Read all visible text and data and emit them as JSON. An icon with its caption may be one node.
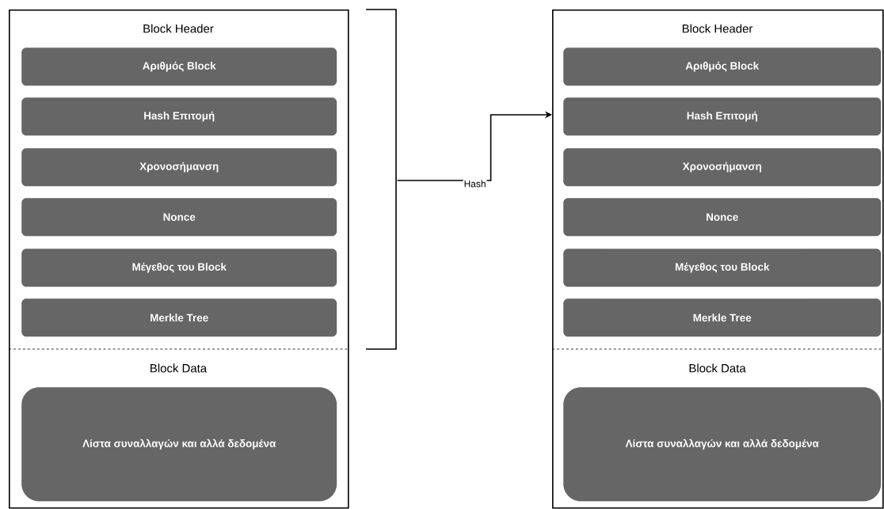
{
  "diagram": {
    "nodes": [
      {
        "text": [
          "Block Header",
          "Block Data"
        ]
      },
      {
        "text": [
          "Αριθμός Block"
        ],
        "in": 0
      },
      {
        "text": [
          "Hash Επιτομή"
        ],
        "in": 0
      },
      {
        "text": [
          "Χρονοσήμανση"
        ],
        "in": 0
      },
      {
        "text": [
          "Nonce"
        ],
        "in": 0
      },
      {
        "text": [
          "Μέγεθος του Block"
        ],
        "in": 0
      },
      {
        "text": [
          "Merkle Tree"
        ],
        "in": 0
      },
      {
        "text": [
          "Λίστα συναλλαγών και αλλά δεδομένα"
        ],
        "in": 0
      },
      {
        "text": [
          "Block Header",
          "Block Data"
        ]
      },
      {
        "text": [
          "Αριθμός Block"
        ],
        "in": 8
      },
      {
        "text": [
          "Hash Επιτομή"
        ],
        "in": 8
      },
      {
        "text": [
          "Χρονοσήμανση"
        ],
        "in": 8
      },
      {
        "text": [
          "Nonce"
        ],
        "in": 8
      },
      {
        "text": [
          "Μέγεθος του Block"
        ],
        "in": 8
      },
      {
        "text": [
          "Merkle Tree"
        ],
        "in": 8
      },
      {
        "text": [
          "Λίστα συναλλαγών και αλλά δεδομένα"
        ],
        "in": 8
      }
    ],
    "edges": [
      {
        "from": 0,
        "to": 8,
        "arrow": "to",
        "label": "Hash"
      }
    ]
  }
}
